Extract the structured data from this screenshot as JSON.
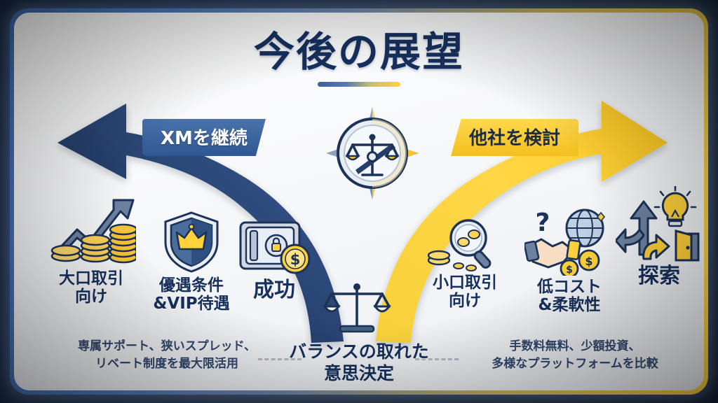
{
  "title": "今後の展望",
  "paths": {
    "left": {
      "banner_label": "XMを継続",
      "footnote": "専属サポート、狭いスプレッド、\nリベート制度を最大限活用",
      "items": [
        {
          "icon": "coin-growth-icon",
          "label": "大口取引\n向け"
        },
        {
          "icon": "shield-crown-icon",
          "label": "優遇条件\n&VIP待遇"
        },
        {
          "icon": "safe-vault-icon",
          "label": "成功"
        }
      ]
    },
    "right": {
      "banner_label": "他社を検討",
      "footnote": "手数料無料、少額投資、\n多様なプラットフォームを比較",
      "items": [
        {
          "icon": "magnifier-coins-icon",
          "label": "小口取引\n向け"
        },
        {
          "icon": "handshake-globe-icon",
          "label": "低コスト\n&柔軟性"
        },
        {
          "icon": "branching-arrows-door-icon",
          "label": "探索"
        }
      ]
    }
  },
  "center": {
    "icon": "compass-scales-icon",
    "scales_icon": "balance-scales-icon",
    "note": "バランスの取れた\n意思決定"
  },
  "colors": {
    "navy": "#17305c",
    "blue": "#3a5f9e",
    "gold": "#ffd23b",
    "card": "#f7f8fa",
    "frame": "#16274a"
  }
}
